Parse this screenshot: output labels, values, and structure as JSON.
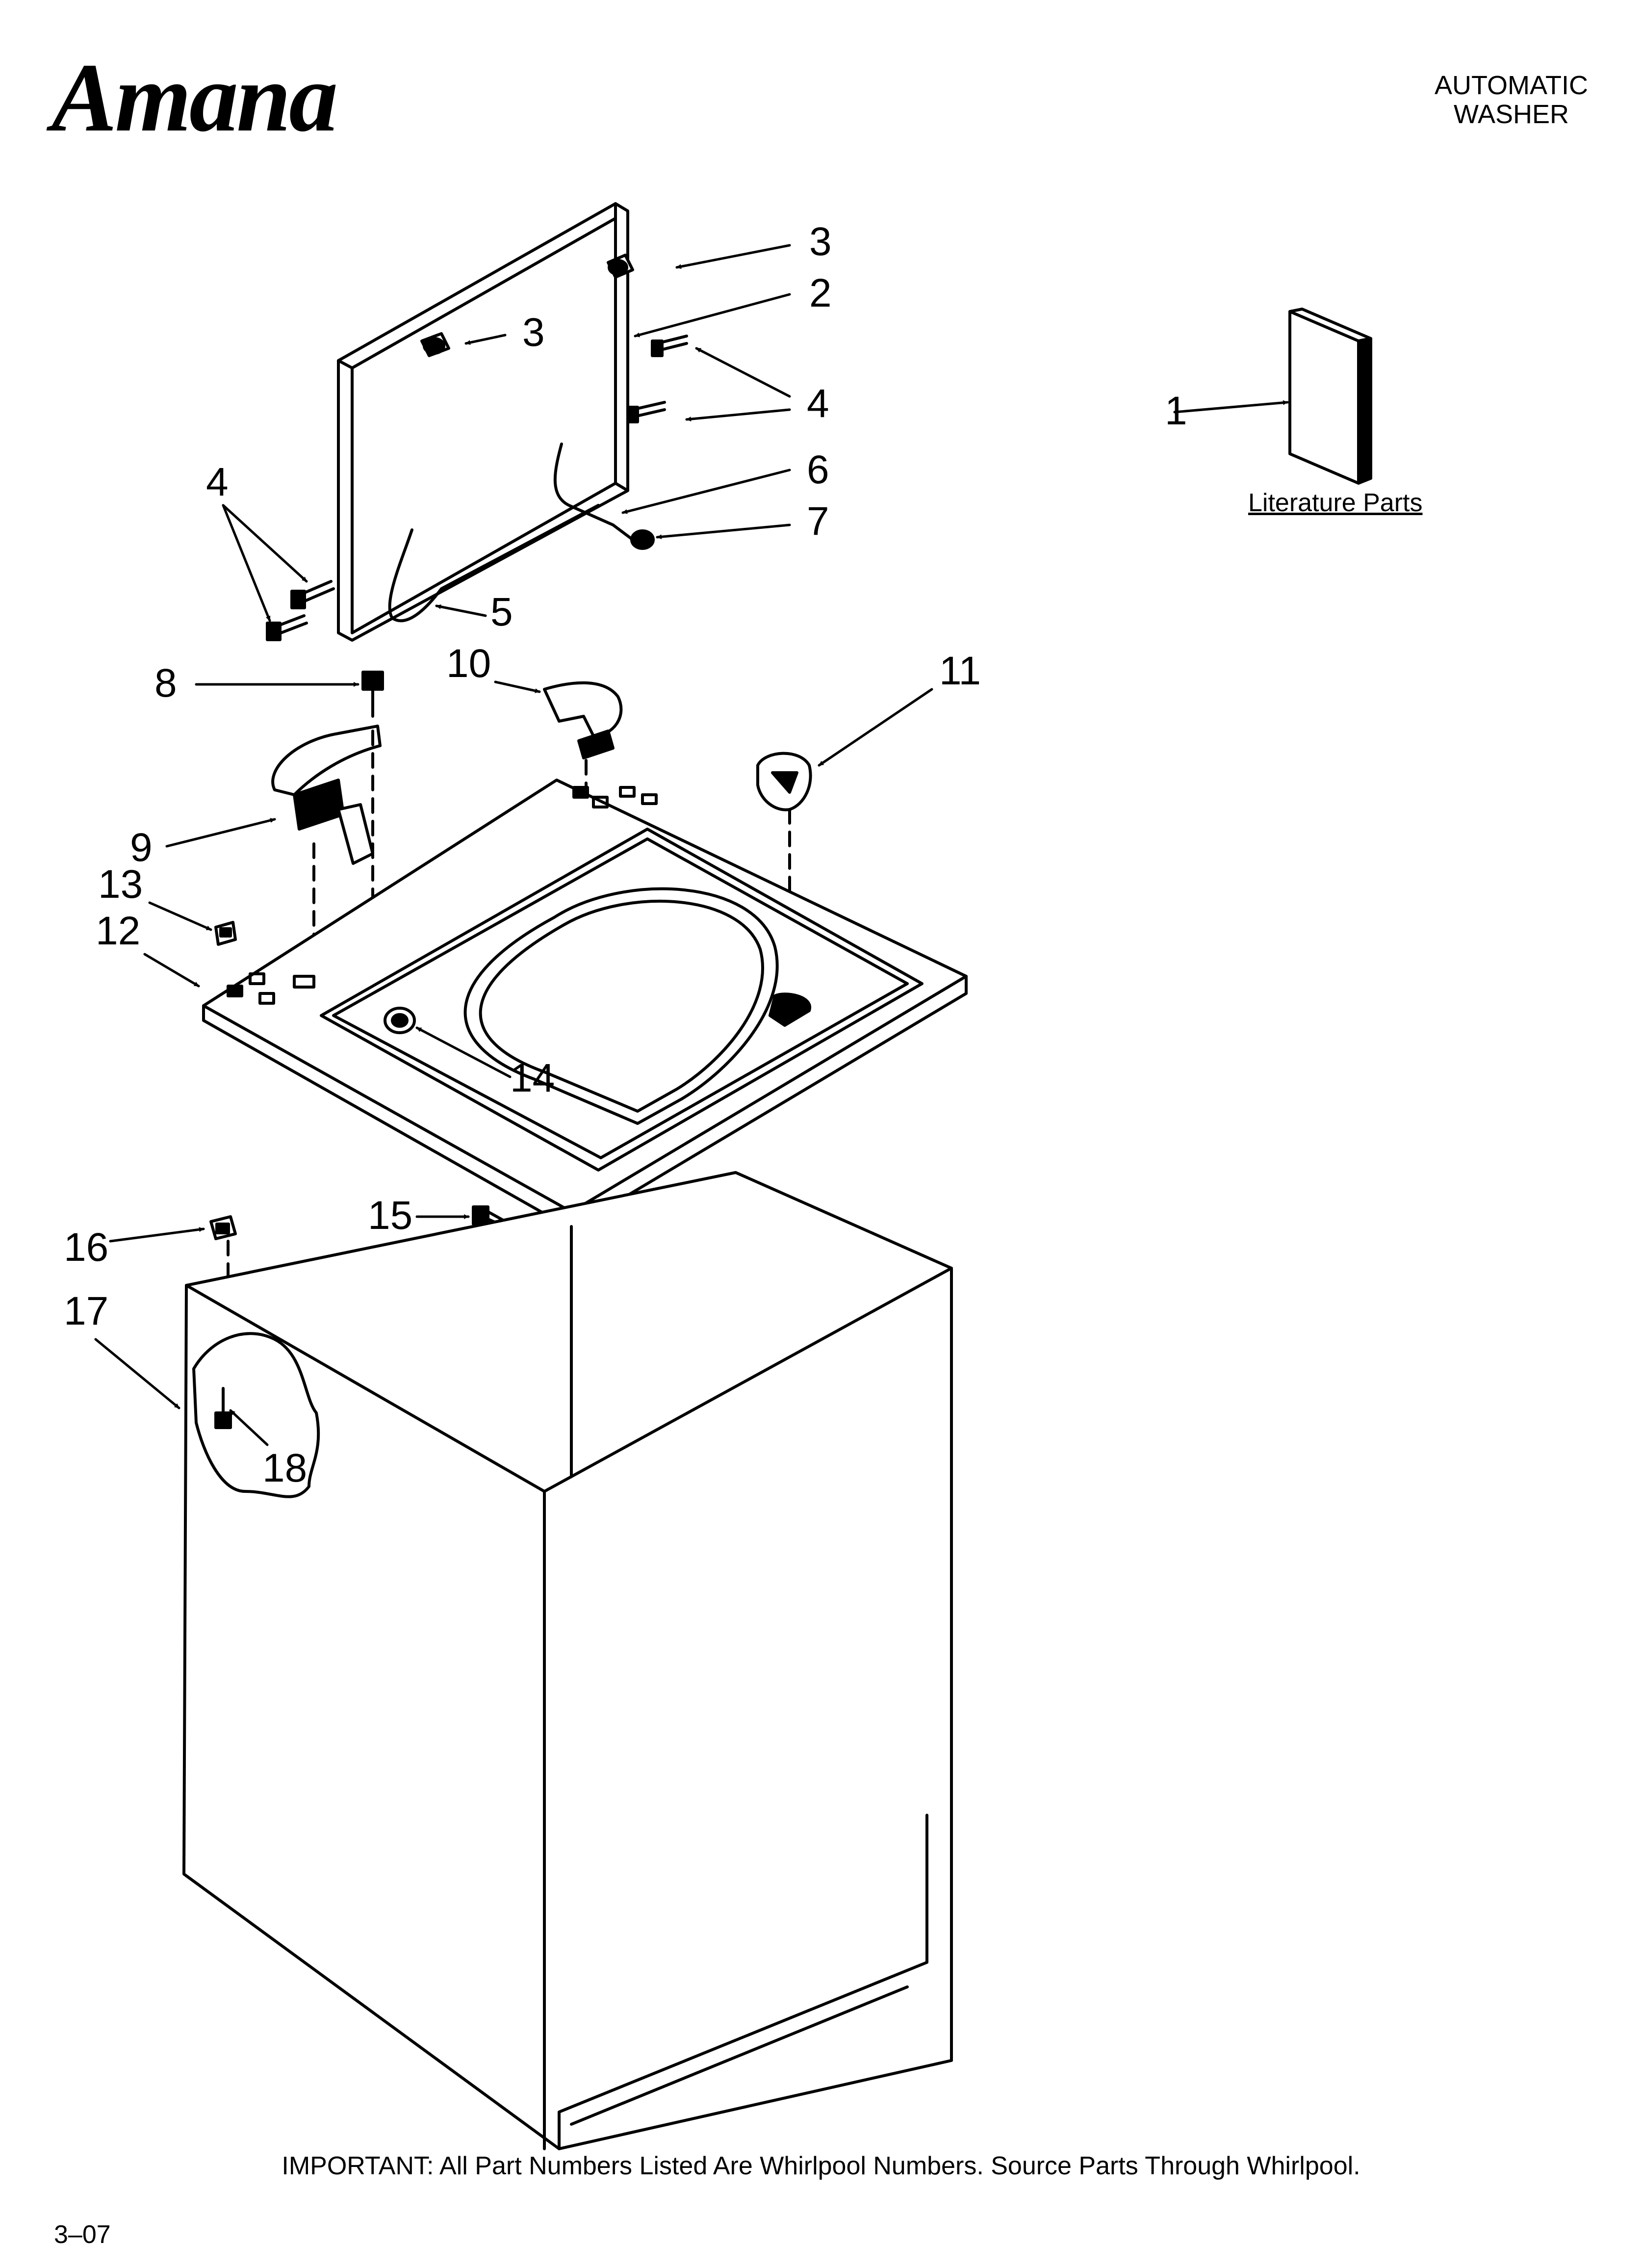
{
  "header": {
    "brand": "Amana",
    "product_line1": "AUTOMATIC",
    "product_line2": "WASHER"
  },
  "literature": {
    "label": "Literature Parts"
  },
  "callouts": {
    "c1": "1",
    "c2": "2",
    "c3a": "3",
    "c3b": "3",
    "c4a": "4",
    "c4b": "4",
    "c5": "5",
    "c6": "6",
    "c7": "7",
    "c8": "8",
    "c9": "9",
    "c10": "10",
    "c11": "11",
    "c12": "12",
    "c13": "13",
    "c14": "14",
    "c15": "15",
    "c16": "16",
    "c17": "17",
    "c18": "18"
  },
  "footer": {
    "note": "IMPORTANT: All Part Numbers Listed Are Whirlpool Numbers. Source Parts Through Whirlpool.",
    "revision": "3–07"
  }
}
